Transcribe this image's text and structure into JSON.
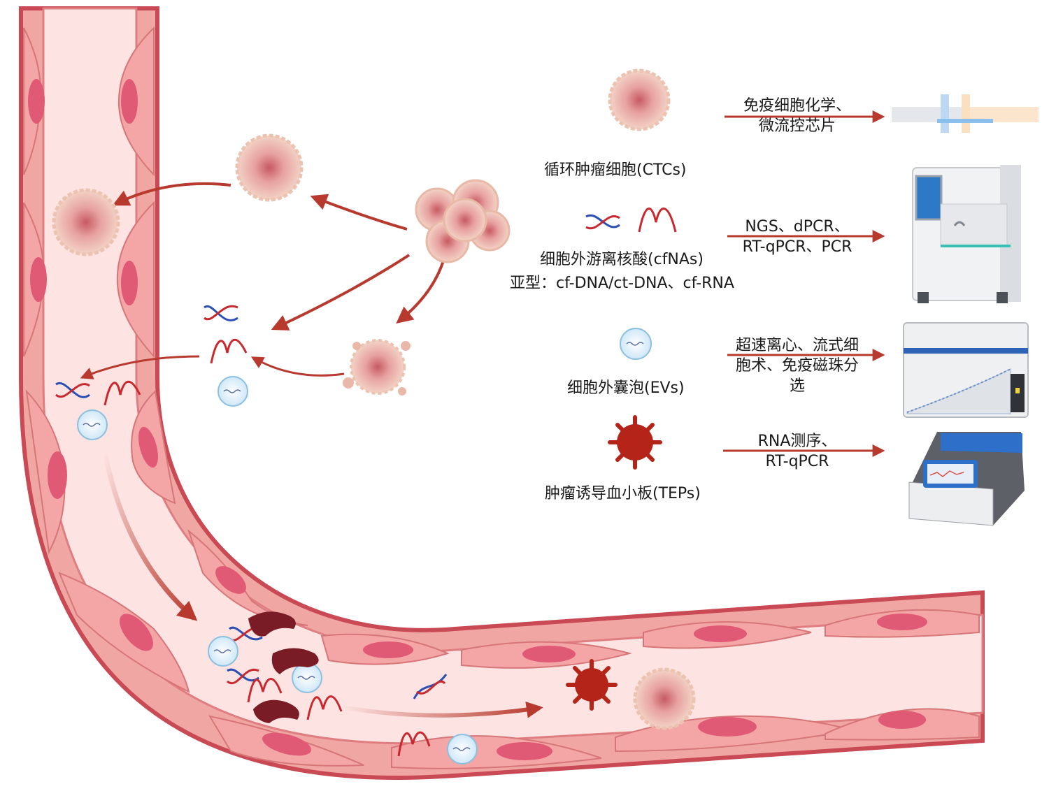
{
  "biomarkers": [
    {
      "name": "循环肿瘤细胞(CTCs)",
      "subtype": ""
    },
    {
      "name": "细胞外游离核酸(cfNAs)",
      "subtype": "亚型：cf-DNA/ct-DNA、cf-RNA"
    },
    {
      "name": "细胞外囊泡(EVs)",
      "subtype": ""
    },
    {
      "name": "肿瘤诱导血小板(TEPs)",
      "subtype": ""
    }
  ],
  "methods": [
    {
      "lines": [
        "免疫细胞化学、",
        "微流控芯片"
      ]
    },
    {
      "lines": [
        "NGS、dPCR、",
        "RT-qPCR、PCR"
      ]
    },
    {
      "lines": [
        "超速离心、流式细",
        "胞术、免疫磁珠分",
        "选"
      ]
    },
    {
      "lines": [
        "RNA测序、",
        "RT-qPCR"
      ]
    }
  ],
  "instruments": [
    "microfluidic-chip",
    "sequencer",
    "flow-cytometer",
    "pcr-thermocycler"
  ],
  "colors": {
    "vessel_wall": "#c94a55",
    "vessel_lumen": "#fde3e1",
    "endothelial_cell": "#f4a5a6",
    "nucleus": "#e05a75",
    "arrow": "#b83a2e",
    "ctc": "#e8a696",
    "platelet": "#b52418",
    "rbc": "#7a1c26",
    "dna_blue": "#2b4fb3",
    "dna_red": "#c8282e",
    "vesicle": "#cfe7f7"
  }
}
